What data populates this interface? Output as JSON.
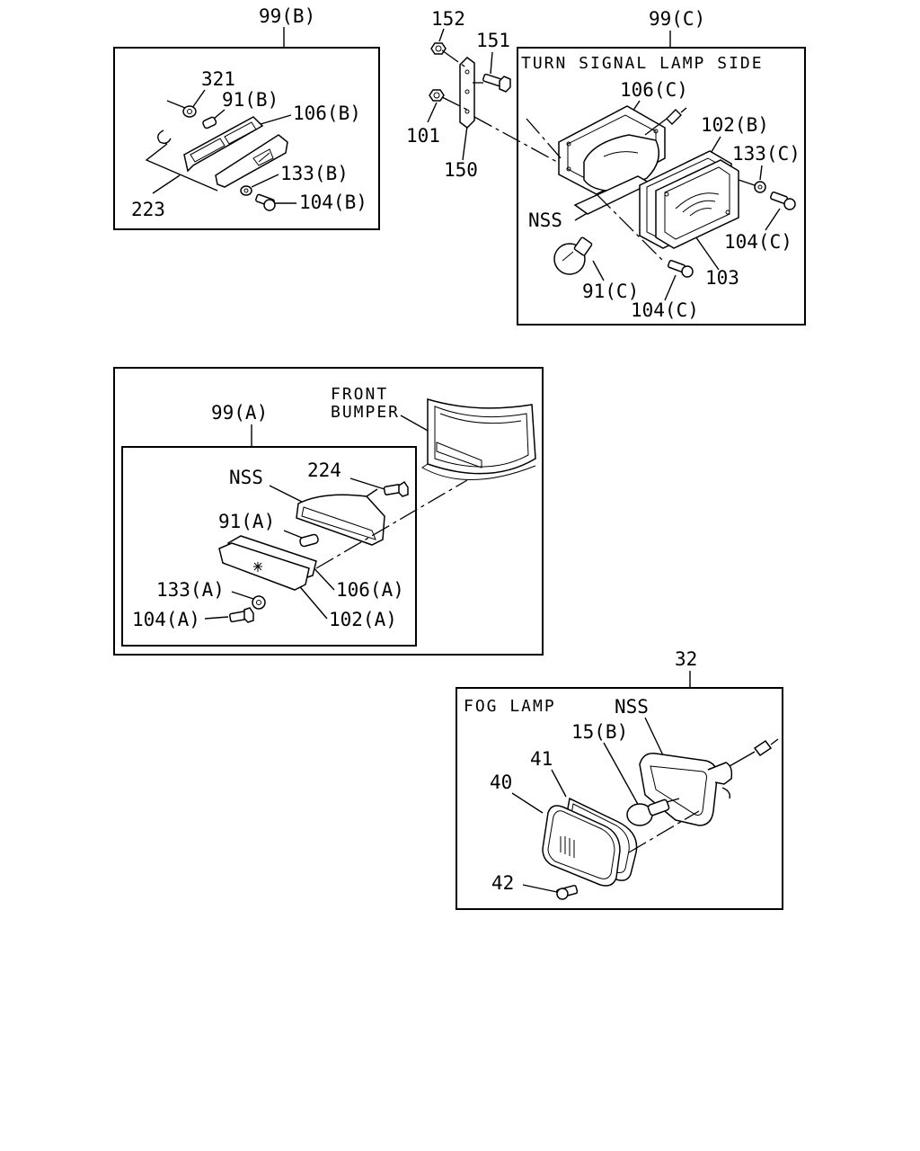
{
  "group_b": {
    "title": "99(B)",
    "callouts": {
      "c321": "321",
      "c91b": "91(B)",
      "c106b": "106(B)",
      "c133b": "133(B)",
      "c104b": "104(B)",
      "c223": "223"
    }
  },
  "bracket": {
    "callouts": {
      "c152": "152",
      "c151": "151",
      "c101": "101",
      "c150": "150"
    }
  },
  "group_c": {
    "title": "99(C)",
    "caption": "TURN SIGNAL LAMP SIDE",
    "callouts": {
      "c106c": "106(C)",
      "c102b": "102(B)",
      "c133c": "133(C)",
      "nss": "NSS",
      "c104c_right": "104(C)",
      "c103": "103",
      "c91c": "91(C)",
      "c104c_bottom": "104(C)"
    }
  },
  "group_a": {
    "title": "99(A)",
    "bumper_label_line1": "FRONT",
    "bumper_label_line2": "BUMPER",
    "callouts": {
      "nss": "NSS",
      "c224": "224",
      "c91a": "91(A)",
      "c133a": "133(A)",
      "c104a": "104(A)",
      "c106a": "106(A)",
      "c102a": "102(A)"
    }
  },
  "fog": {
    "title": "32",
    "caption": "FOG LAMP",
    "callouts": {
      "nss": "NSS",
      "c15b": "15(B)",
      "c41": "41",
      "c40": "40",
      "c42": "42"
    }
  }
}
